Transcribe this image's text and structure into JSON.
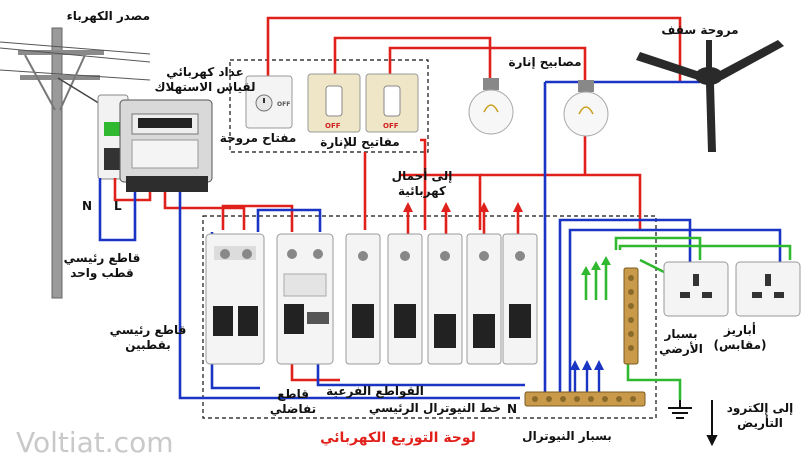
{
  "labels": {
    "power_source": "مصدر الكهرباء",
    "meter_line1": "عداد كهربائي",
    "meter_line2": "لقياس الاستهلاك",
    "main_switch_single_line1": "قاطع رئيسي",
    "main_switch_single_line2": "قطب واحد",
    "main_breaker_double_line1": "قاطع رئيسي",
    "main_breaker_double_line2": "بقطبين",
    "rcd_line1": "قاطع",
    "rcd_line2": "تفاضلي",
    "branch_breakers": "القواطع الفرعية",
    "neutral_main_line": "خط النيوترال الرئيسي",
    "neutral_busbar": "بسبار النيوترال",
    "earth_busbar_line1": "بسبار",
    "earth_busbar_line2": "الأرضي",
    "sockets_line1": "أباريز",
    "sockets_line2": "(مقابس)",
    "earth_electrode_line1": "إلى إلكترود",
    "earth_electrode_line2": "التأريض",
    "fan_switch": "مفتاح مروحة",
    "light_switches": "مفاتيح للإنارة",
    "lamps": "مصابيح إنارة",
    "ceiling_fan": "مروحة سقف",
    "to_loads_line1": "إلى أحمال",
    "to_loads_line2": "كهربائية",
    "panel_title": "لوحة التوزيع الكهربائي",
    "n_letter": "N",
    "l_letter": "L",
    "n_busbar_letter": "N",
    "switch_off_1": "OFF",
    "switch_off_2": "OFF",
    "switch_off_3": "OFF",
    "watermark": "Voltiat.com"
  },
  "colors": {
    "live": "#e0201b",
    "neutral": "#1a35c4",
    "earth": "#2fb830",
    "title": "#e0201b"
  }
}
